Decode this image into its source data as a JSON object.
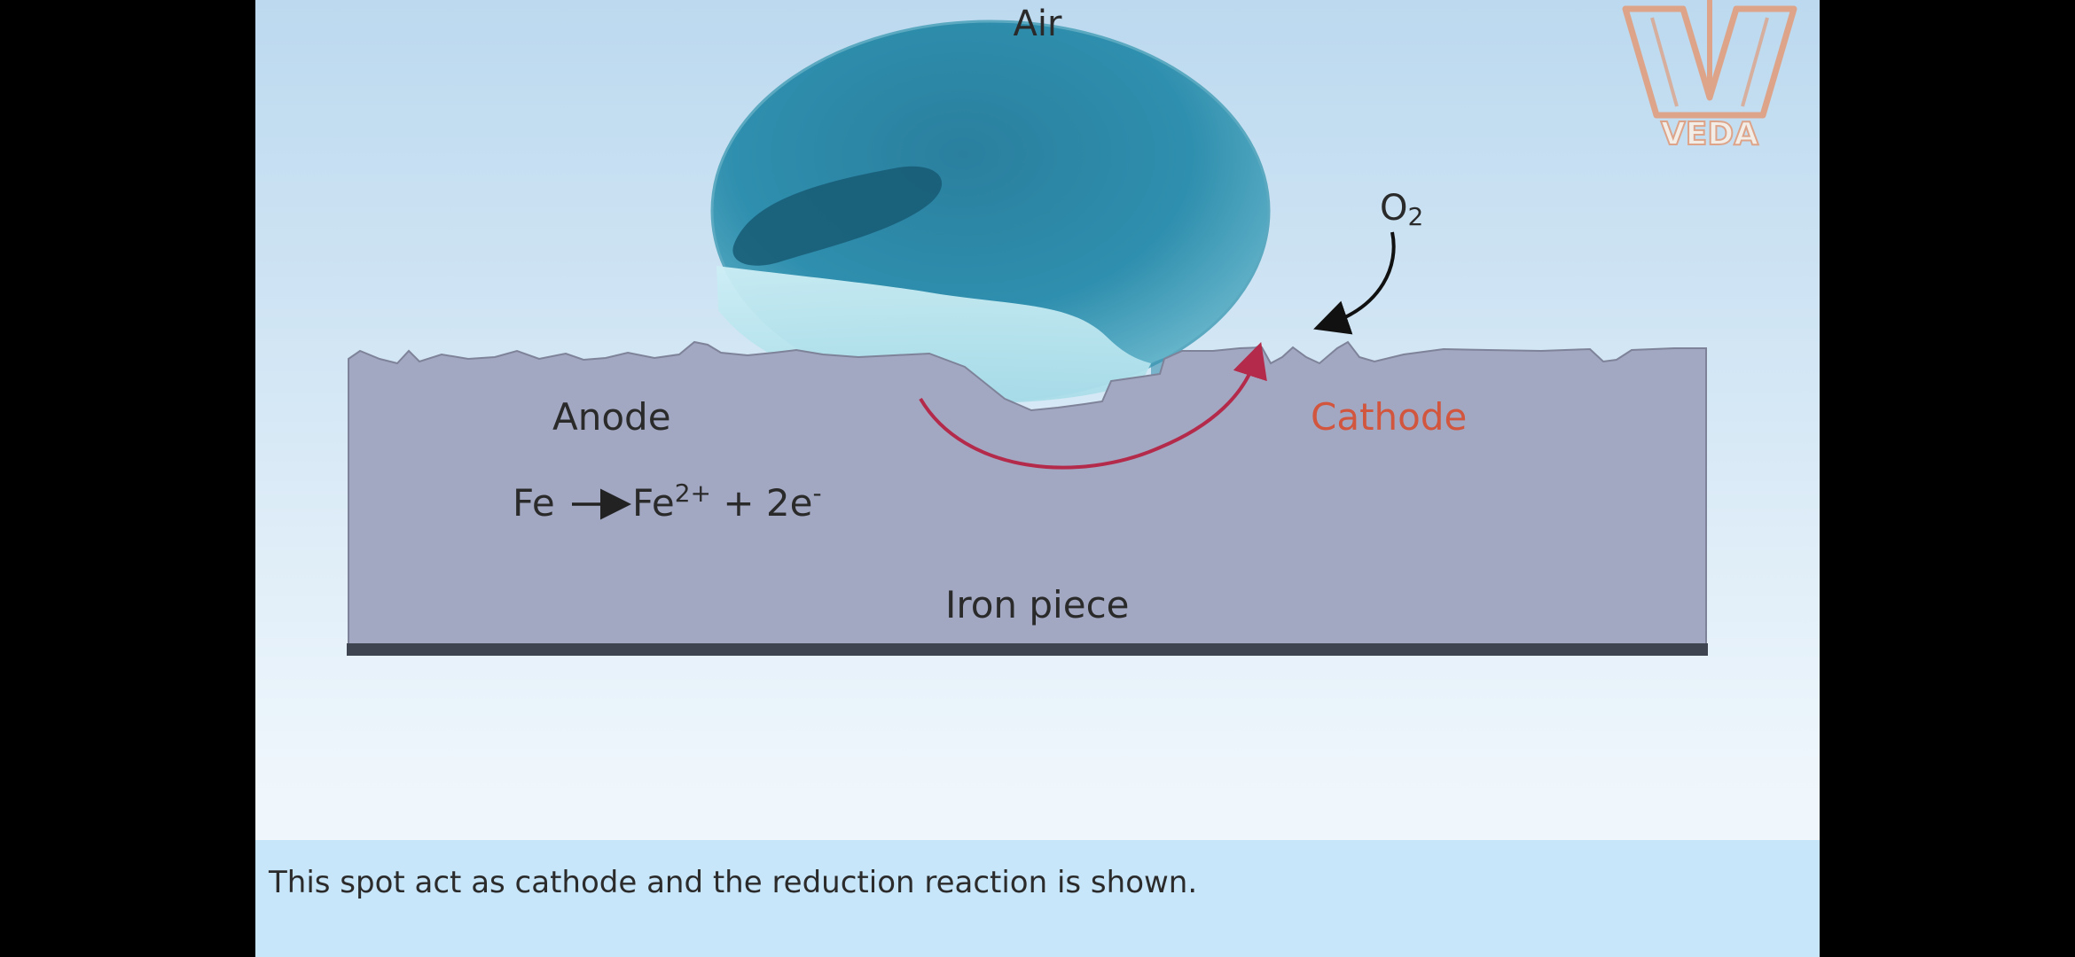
{
  "labels": {
    "air": "Air",
    "oxygen_main": "O",
    "oxygen_sub": "2",
    "anode": "Anode",
    "cathode": "Cathode",
    "equation_left": "Fe",
    "equation_right": "Fe",
    "equation_charge": "2+",
    "equation_tail": " + 2e",
    "equation_electron": "-",
    "iron_piece": "Iron piece"
  },
  "logo": {
    "text": "VEDA"
  },
  "caption": "This spot act as cathode and the reduction reaction is shown.",
  "colors": {
    "iron": "#a3a8c2",
    "iron_base": "#3e4450",
    "droplet": "#2d8aa8",
    "arrow": "#b42a4a",
    "cathode_text": "#d2563e",
    "logo": "#dda48a"
  }
}
